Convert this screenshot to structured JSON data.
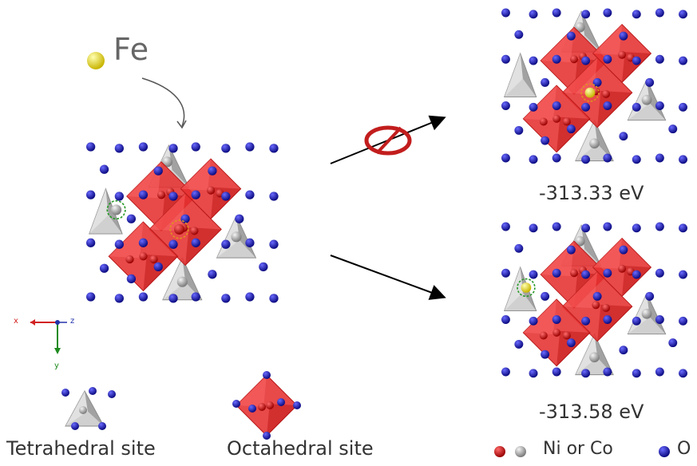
{
  "fe_label": "Fe",
  "energies": {
    "top": "-313.33 eV",
    "bottom": "-313.58 eV"
  },
  "legend": {
    "tetrahedral": "Tetrahedral site",
    "octahedral": "Octahedral site",
    "ni_co": "Ni or Co",
    "oxygen": "O"
  },
  "axes": {
    "x": "x",
    "y": "y",
    "z": "z"
  },
  "colors": {
    "octahedron": "#e53030",
    "tetrahedron": "#c8c8c8",
    "oxygen": "#1a1aa8",
    "ni_co_red": "#cc1111",
    "ni_co_gray": "#9a9a9a",
    "fe": "#f2e600",
    "dashed_green": "#2a9a2a",
    "dashed_orange": "#e09020",
    "forbidden": "#c21d1d"
  }
}
